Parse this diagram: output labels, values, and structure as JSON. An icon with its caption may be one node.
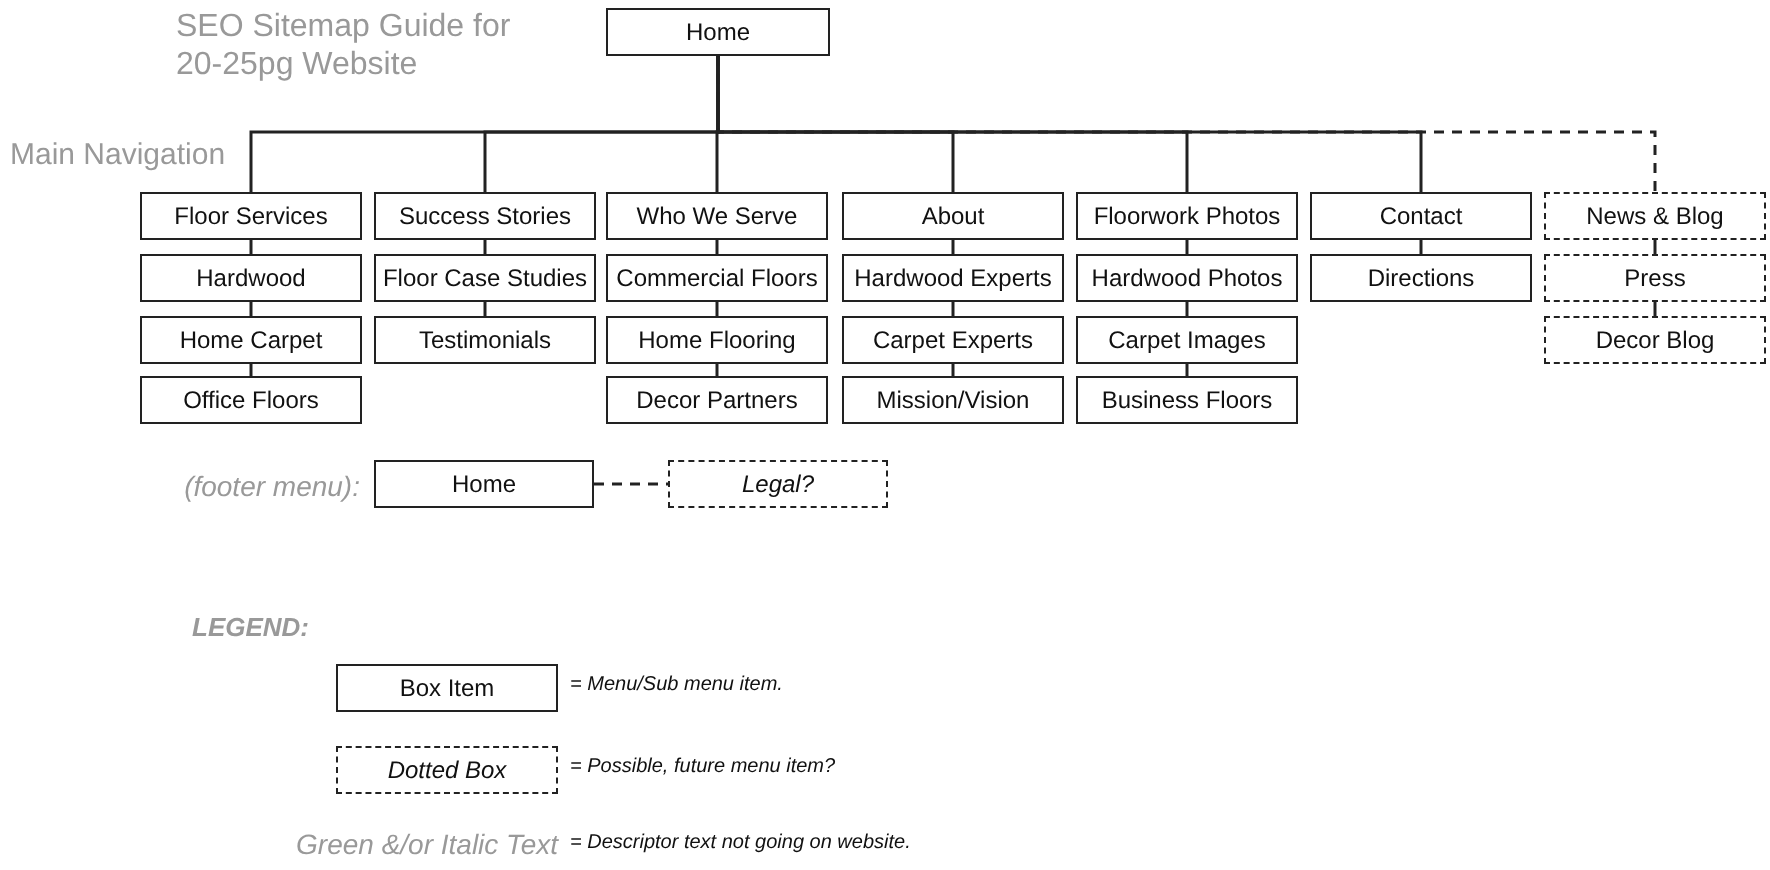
{
  "diagram": {
    "title": "SEO Sitemap Guide for 20-25pg Website",
    "nodes": [
      {
        "text": [
          "Home"
        ]
      },
      {
        "text": [
          "Floor Services"
        ]
      },
      {
        "text": [
          "Hardwood"
        ]
      },
      {
        "text": [
          "Home Carpet"
        ]
      },
      {
        "text": [
          "Office Floors"
        ]
      },
      {
        "text": [
          "Success Stories"
        ]
      },
      {
        "text": [
          "Floor Case Studies"
        ]
      },
      {
        "text": [
          "Testimonials"
        ]
      },
      {
        "text": [
          "Who We Serve"
        ]
      },
      {
        "text": [
          "Commercial Floors"
        ]
      },
      {
        "text": [
          "Home Flooring"
        ]
      },
      {
        "text": [
          "Decor Partners"
        ]
      },
      {
        "text": [
          "About"
        ]
      },
      {
        "text": [
          "Hardwood Experts"
        ]
      },
      {
        "text": [
          "Carpet Experts"
        ]
      },
      {
        "text": [
          "Mission/Vision"
        ]
      },
      {
        "text": [
          "Floorwork Photos"
        ]
      },
      {
        "text": [
          "Hardwood Photos"
        ]
      },
      {
        "text": [
          "Carpet Images"
        ]
      },
      {
        "text": [
          "Business Floors"
        ]
      },
      {
        "text": [
          "Contact"
        ]
      },
      {
        "text": [
          "Directions"
        ]
      },
      {
        "text": [
          "News & Blog"
        ]
      },
      {
        "text": [
          "Press"
        ]
      },
      {
        "text": [
          "Decor Blog"
        ]
      },
      {
        "text": [
          "Home"
        ]
      },
      {
        "text": [
          "Legal?"
        ]
      },
      {
        "text": [
          "Box Item"
        ]
      },
      {
        "text": [
          "Dotted Box"
        ]
      }
    ],
    "edges": [
      {
        "from": 0,
        "to": 1,
        "arrow": "none"
      },
      {
        "from": 0,
        "to": 5,
        "arrow": "none"
      },
      {
        "from": 0,
        "to": 8,
        "arrow": "none"
      },
      {
        "from": 0,
        "to": 12,
        "arrow": "none"
      },
      {
        "from": 0,
        "to": 16,
        "arrow": "none"
      },
      {
        "from": 0,
        "to": 20,
        "arrow": "none"
      },
      {
        "from": 0,
        "to": 22,
        "arrow": "none",
        "style": "dashed"
      },
      {
        "from": 1,
        "to": 2,
        "arrow": "none"
      },
      {
        "from": 2,
        "to": 3,
        "arrow": "none"
      },
      {
        "from": 3,
        "to": 4,
        "arrow": "none"
      },
      {
        "from": 5,
        "to": 6,
        "arrow": "none"
      },
      {
        "from": 6,
        "to": 7,
        "arrow": "none"
      },
      {
        "from": 8,
        "to": 9,
        "arrow": "none"
      },
      {
        "from": 9,
        "to": 10,
        "arrow": "none"
      },
      {
        "from": 10,
        "to": 11,
        "arrow": "none"
      },
      {
        "from": 12,
        "to": 13,
        "arrow": "none"
      },
      {
        "from": 13,
        "to": 14,
        "arrow": "none"
      },
      {
        "from": 14,
        "to": 15,
        "arrow": "none"
      },
      {
        "from": 16,
        "to": 17,
        "arrow": "none"
      },
      {
        "from": 17,
        "to": 18,
        "arrow": "none"
      },
      {
        "from": 18,
        "to": 19,
        "arrow": "none"
      },
      {
        "from": 20,
        "to": 21,
        "arrow": "none"
      },
      {
        "from": 22,
        "to": 23,
        "arrow": "none"
      },
      {
        "from": 23,
        "to": 24,
        "arrow": "none"
      },
      {
        "from": 25,
        "to": 26,
        "arrow": "none",
        "style": "dashed"
      }
    ],
    "labels": [
      "Main Navigation",
      "(footer menu):",
      "LEGEND:",
      "Green &/or Italic Text"
    ],
    "legend": [
      {
        "text": "= Menu/Sub menu item."
      },
      {
        "text": "= Possible, future menu item?"
      },
      {
        "text": "= Descriptor text not going on website."
      }
    ]
  }
}
